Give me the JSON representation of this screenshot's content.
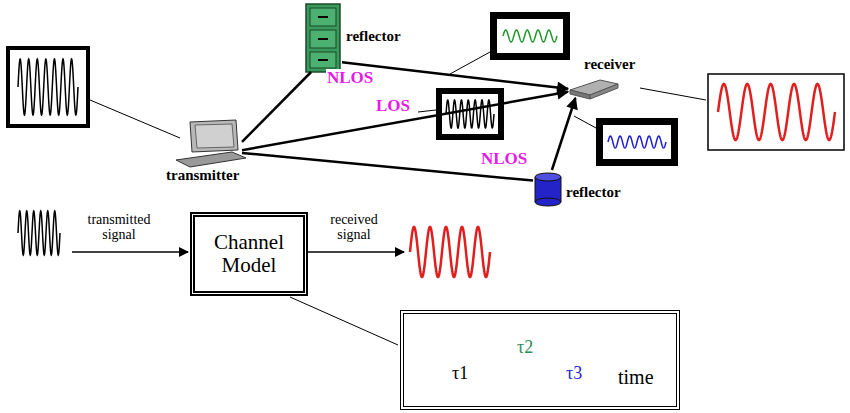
{
  "diagram": {
    "nodes": [
      {
        "text": [
          "reflector"
        ]
      },
      {
        "text": [
          "receiver"
        ]
      },
      {
        "text": [
          "transmitter"
        ]
      },
      {
        "text": [
          "reflector"
        ]
      },
      {
        "text": [
          "Channel Model"
        ]
      },
      {
        "text": [
          "τ1",
          "τ2",
          "τ3",
          "time"
        ]
      }
    ],
    "edges": [
      {
        "from": 2,
        "to": 0,
        "arrow": "none"
      },
      {
        "from": 0,
        "to": 1,
        "arrow": "to"
      },
      {
        "from": 2,
        "to": 1,
        "arrow": "to"
      },
      {
        "from": 2,
        "to": 3,
        "arrow": "none"
      },
      {
        "from": 3,
        "to": 1,
        "arrow": "to"
      }
    ],
    "labels": [
      "NLOS",
      "LOS",
      "NLOS",
      "transmitted signal",
      "received signal"
    ]
  }
}
